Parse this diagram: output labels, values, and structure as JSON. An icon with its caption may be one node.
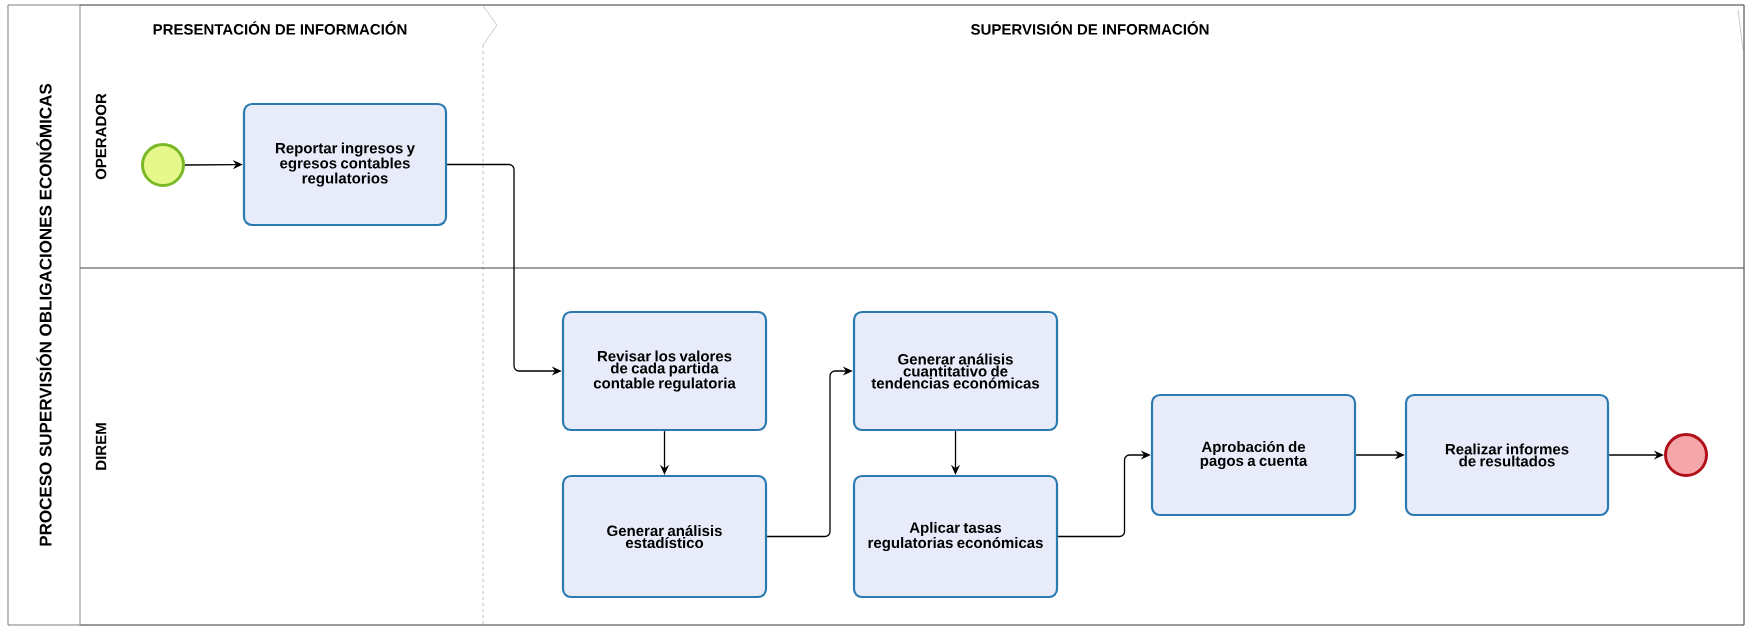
{
  "diagram": {
    "nodes": [
      {
        "text": [
          "PROCESO SUPERVISIÓN OBLIGACIONES ECONÓMICAS"
        ]
      },
      {
        "text": [
          "OPERADOR"
        ],
        "in": 0
      },
      {
        "text": [
          "DIREM"
        ],
        "in": 0
      },
      {
        "text": [],
        "shape": "circle",
        "in": 1
      },
      {
        "text": [
          "Reportar ingresos y egresos contables regulatorios"
        ],
        "in": 1
      },
      {
        "text": [
          "Revisar los valores de cada partida contable regulatoria"
        ],
        "in": 2
      },
      {
        "text": [
          "Generar análisis estadístico"
        ],
        "in": 2
      },
      {
        "text": [
          "Generar análisis cuantitativo de tendencias económicas"
        ],
        "in": 2
      },
      {
        "text": [
          "Aplicar tasas regulatorias económicas"
        ],
        "in": 2
      },
      {
        "text": [
          "Aprobación de pagos a cuenta"
        ],
        "in": 2
      },
      {
        "text": [
          "Realizar informes de resultados"
        ],
        "in": 2
      },
      {
        "text": [],
        "shape": "circle",
        "in": 2
      }
    ],
    "edges": [
      {
        "from": 3,
        "to": 4,
        "arrow": "to"
      },
      {
        "from": 4,
        "to": 5,
        "arrow": "to"
      },
      {
        "from": 5,
        "to": 6,
        "arrow": "to"
      },
      {
        "from": 6,
        "to": 7,
        "arrow": "to"
      },
      {
        "from": 7,
        "to": 8,
        "arrow": "to"
      },
      {
        "from": 8,
        "to": 9,
        "arrow": "to"
      },
      {
        "from": 9,
        "to": 10,
        "arrow": "to"
      },
      {
        "from": 10,
        "to": 11,
        "arrow": "to"
      }
    ],
    "labels": [
      "PRESENTACIÓN DE INFORMACIÓN",
      "SUPERVISIÓN DE INFORMACIÓN"
    ]
  }
}
